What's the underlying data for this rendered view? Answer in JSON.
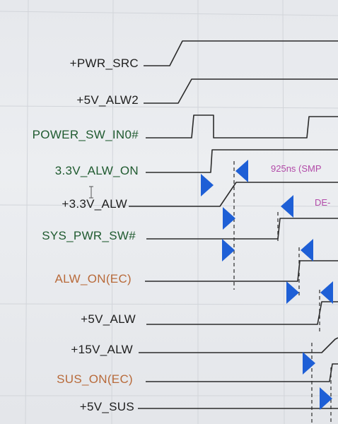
{
  "colors": {
    "signal_black": "#1e1e1e",
    "signal_green": "#1f5a2f",
    "signal_orange": "#b86a3a",
    "note_purple": "#b24aa8",
    "arrow_blue": "#1e5fd6",
    "wave": "#2b2b2b"
  },
  "signals": [
    {
      "id": "pwr-src",
      "label": "+PWR_SRC",
      "color": "black"
    },
    {
      "id": "5v-alw2",
      "label": "+5V_ALW2",
      "color": "black"
    },
    {
      "id": "power-sw-in0",
      "label": "POWER_SW_IN0#",
      "color": "green"
    },
    {
      "id": "3v3-alw-on",
      "label": "3.3V_ALW_ON",
      "color": "green"
    },
    {
      "id": "3v3-alw",
      "label": "+3.3V_ALW",
      "color": "black"
    },
    {
      "id": "sys-pwr-sw",
      "label": "SYS_PWR_SW#",
      "color": "green"
    },
    {
      "id": "alw-on-ec",
      "label": "ALW_ON(EC)",
      "color": "orange"
    },
    {
      "id": "5v-alw",
      "label": "+5V_ALW",
      "color": "black"
    },
    {
      "id": "15v-alw",
      "label": "+15V_ALW",
      "color": "black"
    },
    {
      "id": "sus-on-ec",
      "label": "SUS_ON(EC)",
      "color": "orange"
    },
    {
      "id": "5v-sus",
      "label": "+5V_SUS",
      "color": "black"
    }
  ],
  "notes": {
    "timing_925": "925ns (SMP",
    "de": "DE-"
  }
}
